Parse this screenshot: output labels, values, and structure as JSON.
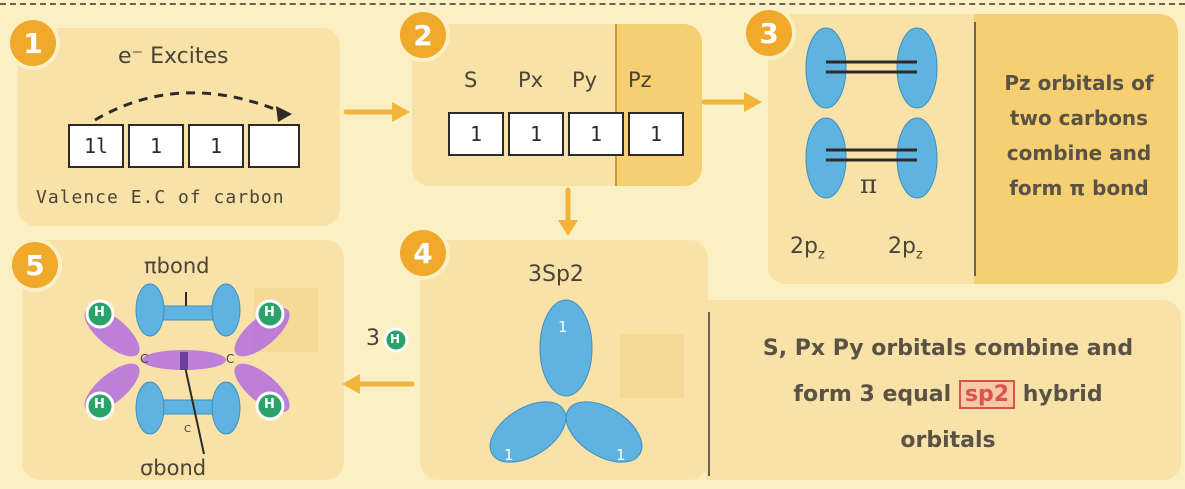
{
  "steps": [
    {
      "number": "1",
      "title": "e⁻ Excites",
      "cells": [
        "1l",
        "1",
        "1",
        ""
      ],
      "caption": "Valence E.C of carbon"
    },
    {
      "number": "2",
      "labels": [
        "S",
        "Px",
        "Py",
        "Pz"
      ],
      "cells": [
        "1",
        "1",
        "1",
        "1"
      ]
    },
    {
      "number": "3",
      "pi_symbol": "π",
      "left_label": "2p",
      "right_label": "2p",
      "subscript": "z",
      "description": [
        "Pz orbitals of",
        "two carbons",
        "combine and",
        "form π bond"
      ]
    },
    {
      "number": "4",
      "title": "3Sp2",
      "lobe_label": "1",
      "description": [
        "S, Px Py orbitals combine and",
        "form 3 equal",
        "sp2",
        "hybrid",
        "orbitals"
      ]
    },
    {
      "number": "5",
      "pi_bond_label": "πbond",
      "sigma_bond_label": "σbond",
      "hydrogen_label": "H",
      "carbon_label": "C",
      "hydrogen_count": "3"
    }
  ],
  "colors": {
    "background": "#fbefc4",
    "panel": "#f9e2a8",
    "panel_dark": "#f5cf72",
    "badge": "#f0a92a",
    "orbital_blue": "#5fb3e0",
    "orbital_purple": "#b36ee0",
    "hydrogen_green": "#2aa36b",
    "arrow": "#f2b43a"
  }
}
